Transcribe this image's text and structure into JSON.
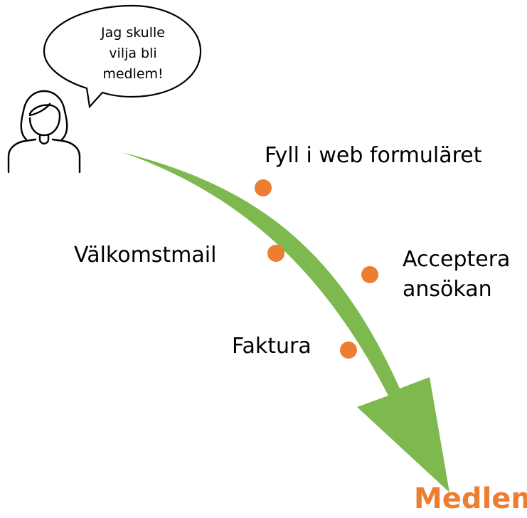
{
  "speech_bubble": {
    "lines": [
      "Jag skulle",
      "vilja bli",
      "medlem!"
    ]
  },
  "steps": [
    {
      "label": "Fyll i web formuläret"
    },
    {
      "label": "Välkomstmail"
    },
    {
      "label_lines": [
        "Acceptera",
        "ansökan"
      ]
    },
    {
      "label": "Faktura"
    }
  ],
  "result": {
    "label": "Medlem"
  },
  "icons": {
    "person": "woman-icon"
  },
  "colors": {
    "arrow": "#7DB94F",
    "dots": "#ED7D31",
    "result_text": "#ED7D31",
    "outline": "#000000"
  }
}
